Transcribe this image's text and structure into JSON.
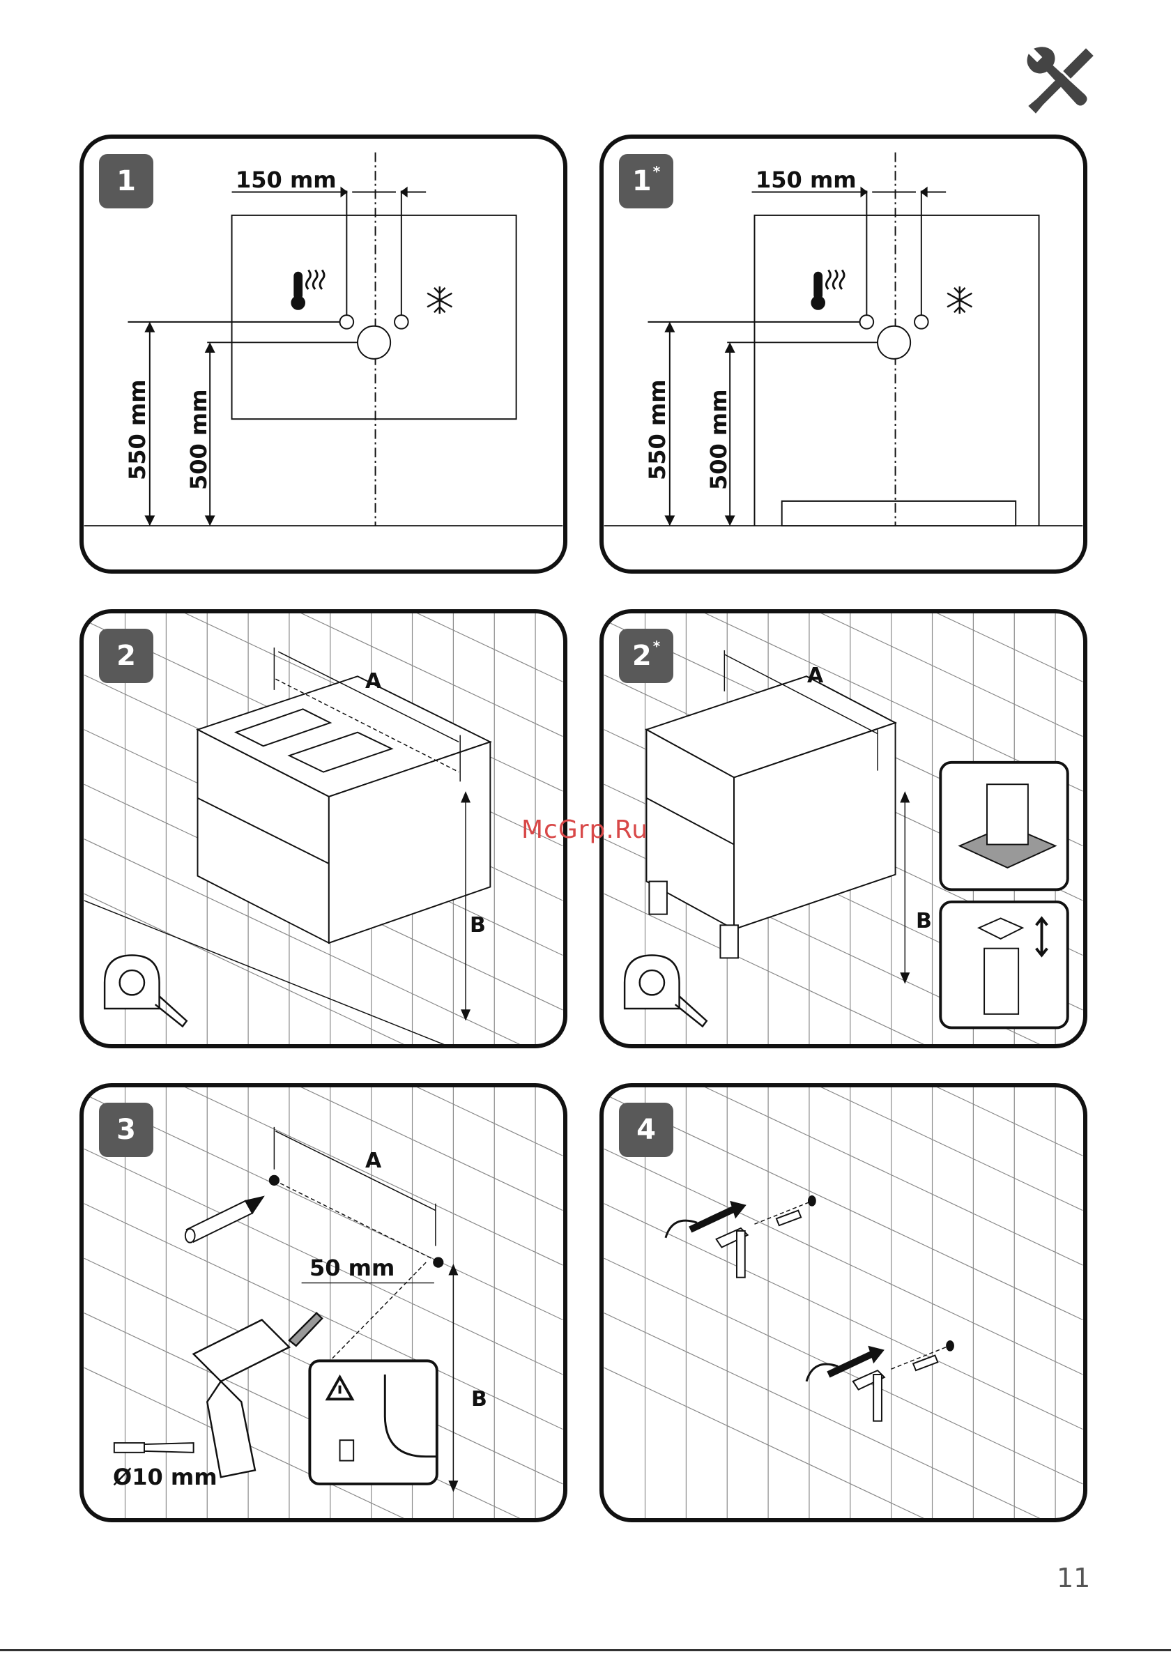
{
  "header": {
    "tools_icon": "wrench-screwdriver-icon"
  },
  "watermark": "McGrp.Ru",
  "page_number": "11",
  "panels": [
    {
      "step": "1",
      "star": "",
      "dim_width": "150 mm",
      "dim_height_outer": "550 mm",
      "dim_height_inner": "500 mm",
      "icons": [
        "thermometer-hot-icon",
        "snowflake-icon"
      ]
    },
    {
      "step": "1",
      "star": "*",
      "dim_width": "150 mm",
      "dim_height_outer": "550 mm",
      "dim_height_inner": "500 mm",
      "icons": [
        "thermometer-hot-icon",
        "snowflake-icon"
      ]
    },
    {
      "step": "2",
      "star": "",
      "dim_a": "A",
      "dim_b": "B",
      "icons": [
        "tape-measure-icon"
      ]
    },
    {
      "step": "2",
      "star": "*",
      "dim_a": "A",
      "dim_b": "B",
      "icons": [
        "tape-measure-icon",
        "adjustable-foot-icon"
      ]
    },
    {
      "step": "3",
      "star": "",
      "dim_a": "A",
      "dim_b": "B",
      "dim_offset": "50 mm",
      "drill_bit": "Ø10 mm",
      "icons": [
        "drill-icon",
        "pencil-icon",
        "warning-icon"
      ]
    },
    {
      "step": "4",
      "star": "",
      "icons": [
        "wall-plug-icon",
        "hanger-bracket-icon"
      ]
    }
  ]
}
